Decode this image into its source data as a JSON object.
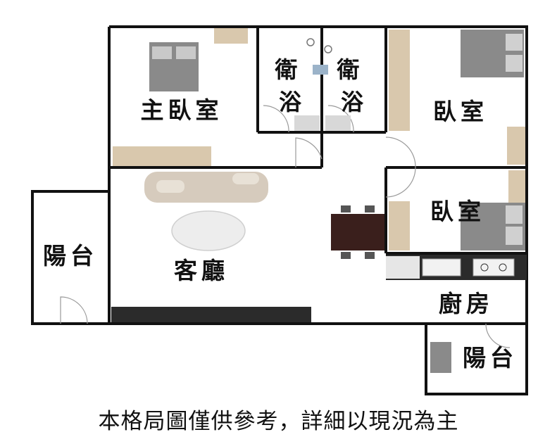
{
  "rooms": {
    "master_bedroom": "主臥室",
    "bathroom_1": "衛浴",
    "bathroom_2": "衛浴",
    "bedroom_1": "臥室",
    "bedroom_2": "臥室",
    "balcony_left": "陽台",
    "living_room": "客廳",
    "kitchen": "廚房",
    "balcony_right": "陽台"
  },
  "disclaimer": "本格局圖僅供參考，詳細以現況為主",
  "colors": {
    "wall": "#111111",
    "floor": "#ffffff",
    "wood": "#d9c8ad",
    "bed": "#8a8a8a",
    "sofa": "#d6cbbd",
    "table": "#3a1f1c",
    "counter": "#2b2b2b"
  }
}
